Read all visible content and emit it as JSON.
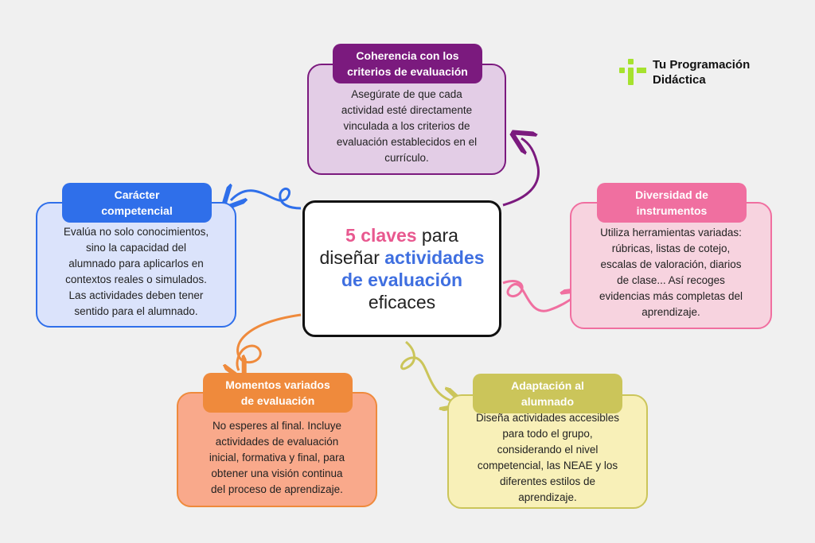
{
  "logo": {
    "text": "Tu Programación\nDidáctica",
    "icon": "plus-arrow-logo-icon",
    "color": "#a6e22e"
  },
  "center": {
    "line1_highlight": "5 claves",
    "line1_rest": " para",
    "line2_plain": "diseñar ",
    "line2_highlight": "actividades",
    "line3_highlight": "de evaluación",
    "line4": "eficaces",
    "pink": "#e8588f",
    "blue": "#3f6fe0"
  },
  "nodes": {
    "coherencia": {
      "title": "Coherencia con los\ncriterios de evaluación",
      "body": "Asegúrate de que cada\nactividad esté directamente\nvinculada a los criterios de\nevaluación establecidos en el\ncurrículo.",
      "color": "#7b1a7e",
      "bg": "#e3cde6"
    },
    "diversidad": {
      "title": "Diversidad de\ninstrumentos",
      "body": "Utiliza herramientas variadas:\nrúbricas, listas de cotejo,\nescalas de valoración, diarios\nde clase... Así recoges\nevidencias más completas del\naprendizaje.",
      "color": "#f06fa0",
      "bg": "#f7d3df"
    },
    "adaptacion": {
      "title": "Adaptación al\nalumnado",
      "body": "Diseña actividades accesibles\npara todo el grupo,\nconsiderando el nivel\ncompetencial, las NEAE y los\ndiferentes estilos de\naprendizaje.",
      "color": "#cbc55a",
      "bg": "#f8f0b8"
    },
    "momentos": {
      "title": "Momentos variados\nde evaluación",
      "body": "No esperes al final. Incluye\nactividades de evaluación\ninicial, formativa y final, para\nobtener una visión continua\ndel proceso de aprendizaje.",
      "color": "#ef8a3c",
      "bg": "#f9a98b"
    },
    "caracter": {
      "title": "Carácter\ncompetencial",
      "body": "Evalúa no solo conocimientos,\nsino la capacidad del\nalumnado para aplicarlos en\ncontextos reales o simulados.\nLas actividades deben tener\nsentido para el alumnado.",
      "color": "#2f6fea",
      "bg": "#dbe3fb"
    }
  }
}
